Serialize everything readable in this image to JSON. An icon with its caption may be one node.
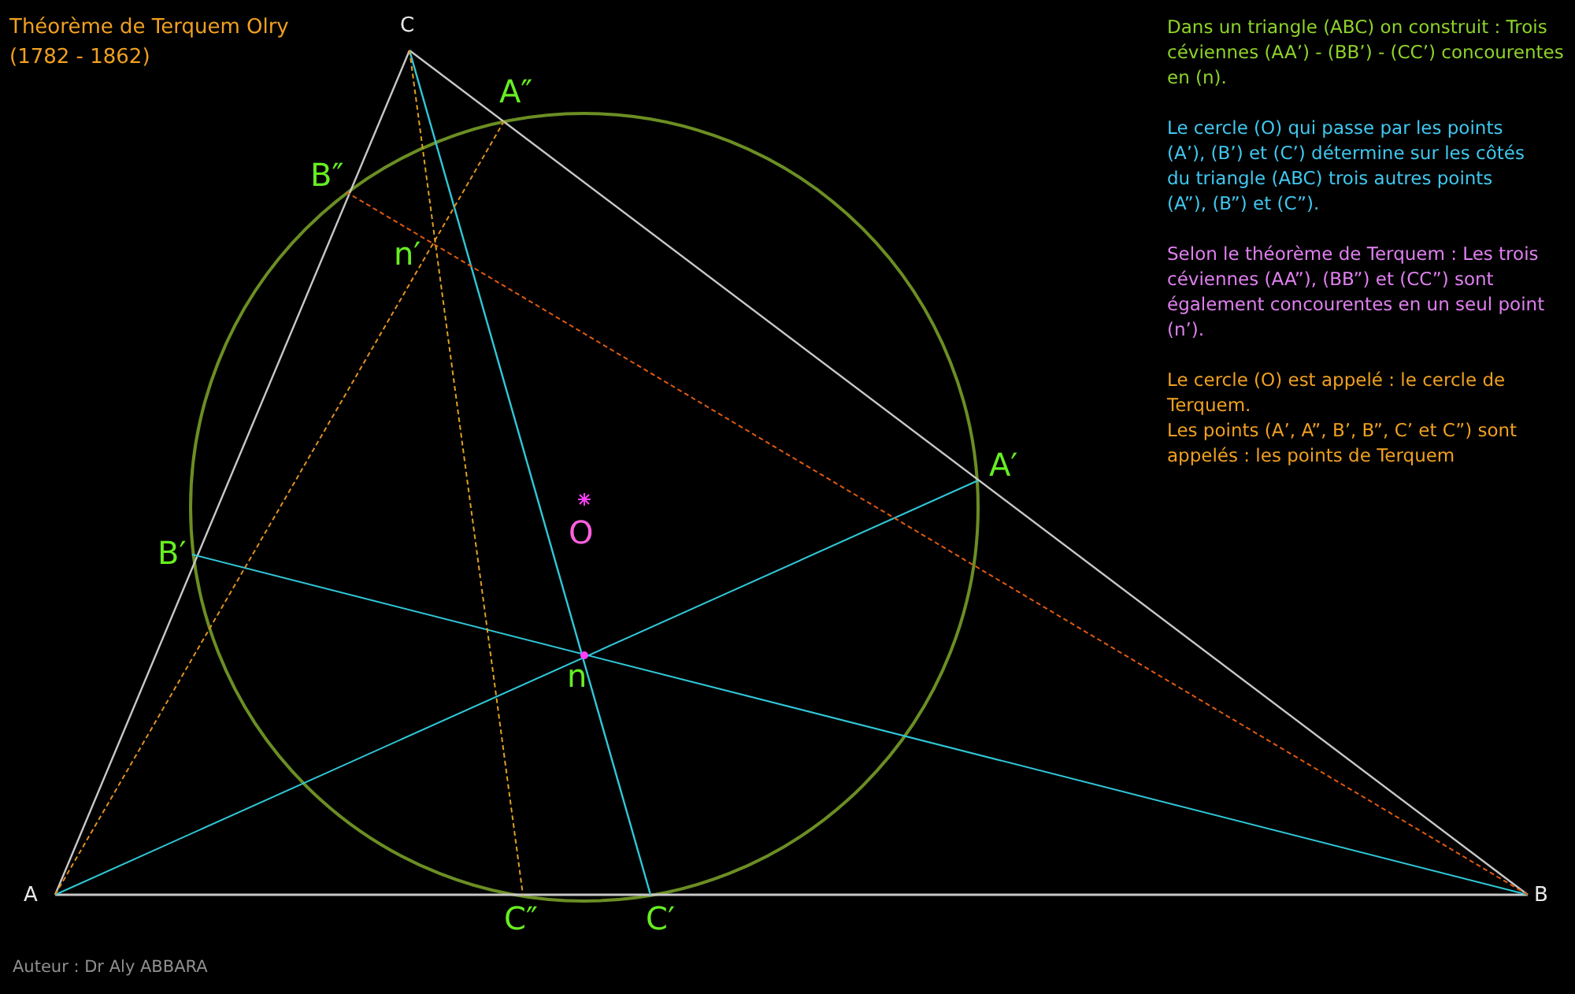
{
  "diagram": {
    "title": "Théorème de Terquem Olry (1782 - 1862)",
    "labels": [
      "Dans un triangle (ABC) on construit : Trois céviennes (AA’) - (BB’) - (CC’) concourentes en (n).",
      "Le cercle (O) qui passe par les points (A’), (B’) et (C’) détermine sur les côtés du triangle (ABC) trois autres points (A”), (B”) et (C”).",
      "Selon le théorème de Terquem : Les trois céviennes (AA”), (BB”) et (CC”) sont également concourentes en un seul point (n’).",
      "Le cercle (O) est appelé : le cercle de Terquem.",
      "Les points (A’, A”, B’, B”, C’ et C”) sont appelés : les points de Terquem",
      "C",
      "A″",
      "B″",
      "n′",
      "A′",
      "O",
      "B′",
      "n",
      "A",
      "C″",
      "C′",
      "B",
      "Auteur : Dr Aly ABBARA"
    ]
  }
}
